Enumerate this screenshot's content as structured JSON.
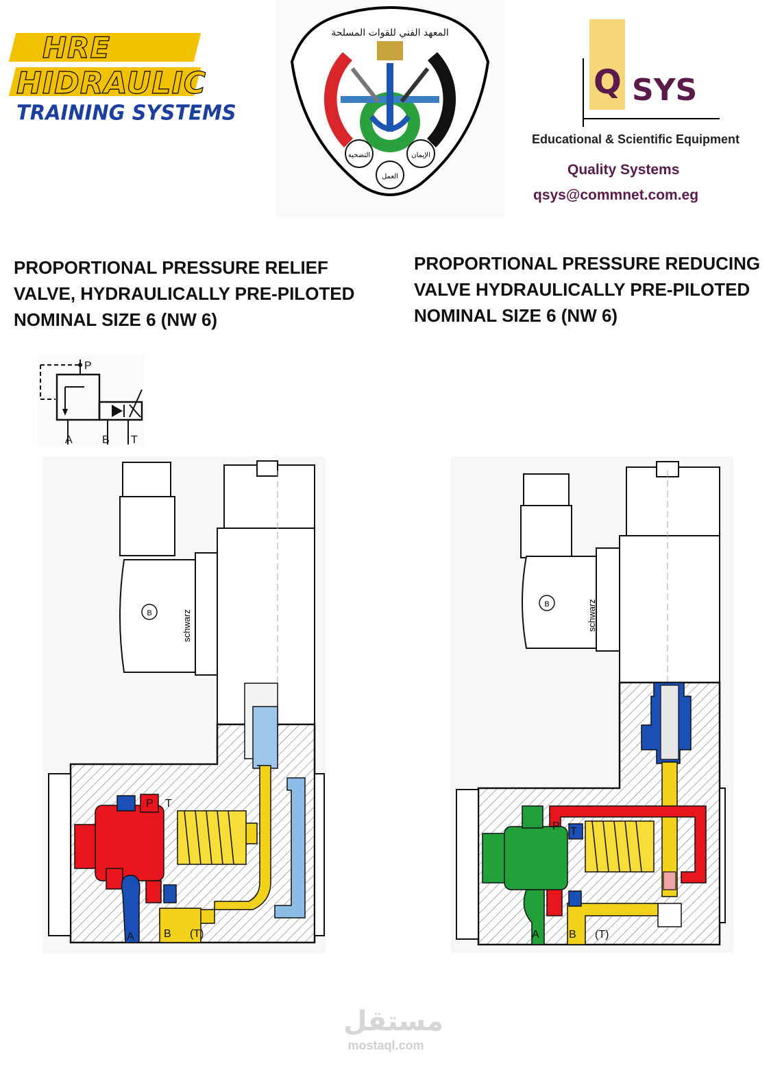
{
  "header": {
    "hre_logo": {
      "line1": "HRE",
      "line2": "HIDRAULIC",
      "line3": "TRAINING SYSTEMS"
    },
    "emblem": {
      "arabic_title": "المعهد الفني للقوات المسلحة",
      "mottos": [
        "التضحية",
        "الإيمان",
        "العمل"
      ]
    },
    "qsys_logo": {
      "q": "Q",
      "sys": "SYS",
      "tagline": "Educational & Scientific Equipment",
      "name": "Quality Systems",
      "email": "qsys@commnet.com.eg"
    }
  },
  "titles": {
    "left": {
      "line1": "PROPORTIONAL PRESSURE RELIEF",
      "line2": "VALVE, HYDRAULICALLY PRE-PILOTED",
      "line3": "NOMINAL SIZE 6 (NW 6)"
    },
    "right": {
      "line1": "PROPORTIONAL PRESSURE REDUCING",
      "line2": "VALVE HYDRAULICALLY PRE-PILOTED",
      "line3": "NOMINAL SIZE 6 (NW 6)"
    }
  },
  "symbol": {
    "ports": {
      "p": "P",
      "a": "A",
      "b": "B",
      "t": "T"
    }
  },
  "diagram_left": {
    "solenoid_brand": "schwarz",
    "plug_mark": "B",
    "ports": {
      "p": "P",
      "t": "T",
      "a": "A",
      "b": "B",
      "t_bottom": "(T)"
    },
    "colors": {
      "pressure": "#e8161c",
      "tank": "#1a4fb5",
      "pilot": "#f3d21c",
      "drain": "#7fb2e0"
    }
  },
  "diagram_right": {
    "solenoid_brand": "schwarz",
    "plug_mark": "B",
    "ports": {
      "p": "P",
      "t": "T",
      "a": "A",
      "b": "B",
      "t_bottom": "(T)"
    },
    "colors": {
      "pressure": "#e8161c",
      "tank": "#1a4fb5",
      "pilot": "#f3d21c",
      "reduced": "#22a03a"
    }
  },
  "watermark": {
    "arabic": "مستقل",
    "latin": "mostaql.com"
  }
}
